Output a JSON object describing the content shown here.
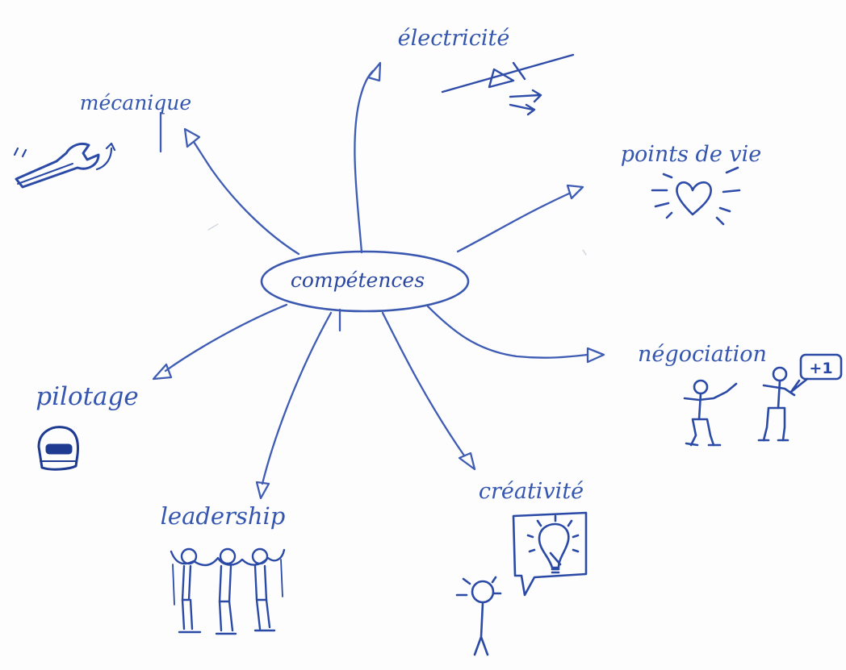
{
  "diagram": {
    "ink_color": "#2f4fa8",
    "ink_dark": "#1f3b91",
    "center": {
      "label": "compétences"
    },
    "branches": [
      {
        "id": "mecanique",
        "label": "mécanique",
        "icon": "wrench-icon"
      },
      {
        "id": "electricite",
        "label": "électricité",
        "icon": "diode-icon"
      },
      {
        "id": "points-de-vie",
        "label": "points de vie",
        "icon": "heart-icon"
      },
      {
        "id": "negociation",
        "label": "négociation",
        "icon": "negotiation-figures-icon",
        "badge": "+1"
      },
      {
        "id": "creativite",
        "label": "créativité",
        "icon": "lightbulb-icon"
      },
      {
        "id": "leadership",
        "label": "leadership",
        "icon": "group-figures-icon"
      },
      {
        "id": "pilotage",
        "label": "pilotage",
        "icon": "helmet-icon"
      }
    ]
  }
}
